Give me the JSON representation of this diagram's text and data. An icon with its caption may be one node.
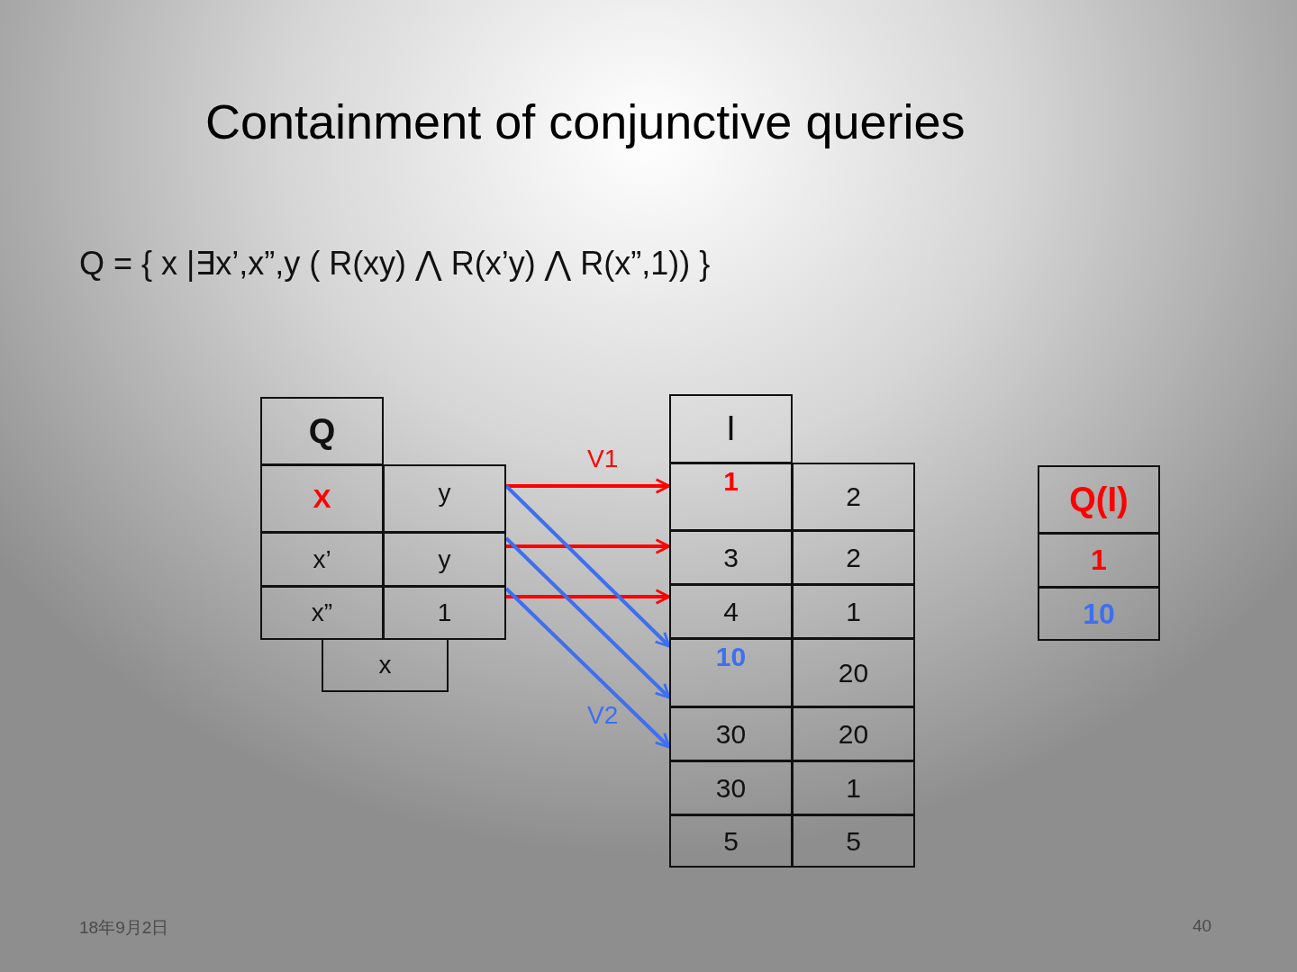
{
  "diagram": {
    "title": "Containment of conjunctive queries",
    "nodes": [
      {
        "text": [
          "Q"
        ]
      },
      {
        "text": [
          "X"
        ]
      },
      {
        "text": [
          "y"
        ]
      },
      {
        "text": [
          "x’"
        ]
      },
      {
        "text": [
          "y"
        ]
      },
      {
        "text": [
          "x”"
        ]
      },
      {
        "text": [
          "1"
        ]
      },
      {
        "text": [
          "x"
        ]
      },
      {
        "text": [
          "I"
        ]
      },
      {
        "text": [
          "1"
        ]
      },
      {
        "text": [
          "2"
        ]
      },
      {
        "text": [
          "3"
        ]
      },
      {
        "text": [
          "2"
        ]
      },
      {
        "text": [
          "4"
        ]
      },
      {
        "text": [
          "1"
        ]
      },
      {
        "text": [
          "10"
        ]
      },
      {
        "text": [
          "20"
        ]
      },
      {
        "text": [
          "30"
        ]
      },
      {
        "text": [
          "20"
        ]
      },
      {
        "text": [
          "30"
        ]
      },
      {
        "text": [
          "1"
        ]
      },
      {
        "text": [
          "5"
        ]
      },
      {
        "text": [
          "5"
        ]
      },
      {
        "text": [
          "Q(I)"
        ]
      },
      {
        "text": [
          "1"
        ]
      },
      {
        "text": [
          "10"
        ]
      }
    ],
    "edges": [
      {
        "from": 2,
        "to": 9,
        "arrow": "to",
        "color": "#ff0000"
      },
      {
        "from": 4,
        "to": 11,
        "arrow": "to",
        "color": "#ff0000"
      },
      {
        "from": 6,
        "to": 13,
        "arrow": "to",
        "color": "#ff0000"
      },
      {
        "from": 2,
        "to": 15,
        "arrow": "to",
        "color": "#3d6ff0"
      },
      {
        "from": 4,
        "to": 15,
        "arrow": "to",
        "color": "#3d6ff0"
      },
      {
        "from": 6,
        "to": 17,
        "arrow": "to",
        "color": "#3d6ff0"
      }
    ],
    "labels": [
      "Q = { x |∃x’,x”,y ( R(xy) ⋀ R(x’y) ⋀ R(x”,1)) }",
      "V1",
      "V2",
      "18年9月2日",
      "40"
    ]
  }
}
